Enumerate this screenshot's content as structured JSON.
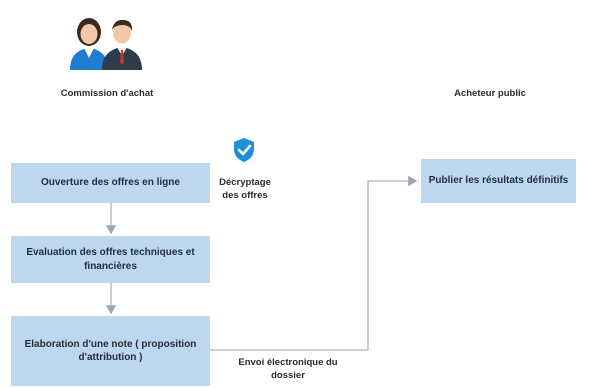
{
  "actors": {
    "commission": {
      "label": "Commission d'achat",
      "icon": "committee-people-icon"
    },
    "buyer": {
      "label": "Acheteur public"
    }
  },
  "steps": {
    "opening": "Ouverture des offres  en ligne",
    "evaluation": "Evaluation  des offres techniques et financières",
    "note": "Elaboration  d'une note ( proposition d'attribution )",
    "publish": "Publier les résultats définitifs"
  },
  "decrypt": {
    "label": "Décryptage des offres",
    "icon": "shield-check-icon"
  },
  "send_label": "Envoi électronique du dossier",
  "colors": {
    "box_fill": "#bcd7ee",
    "connector": "#a9b4c0",
    "shield": "#1e90d8"
  }
}
